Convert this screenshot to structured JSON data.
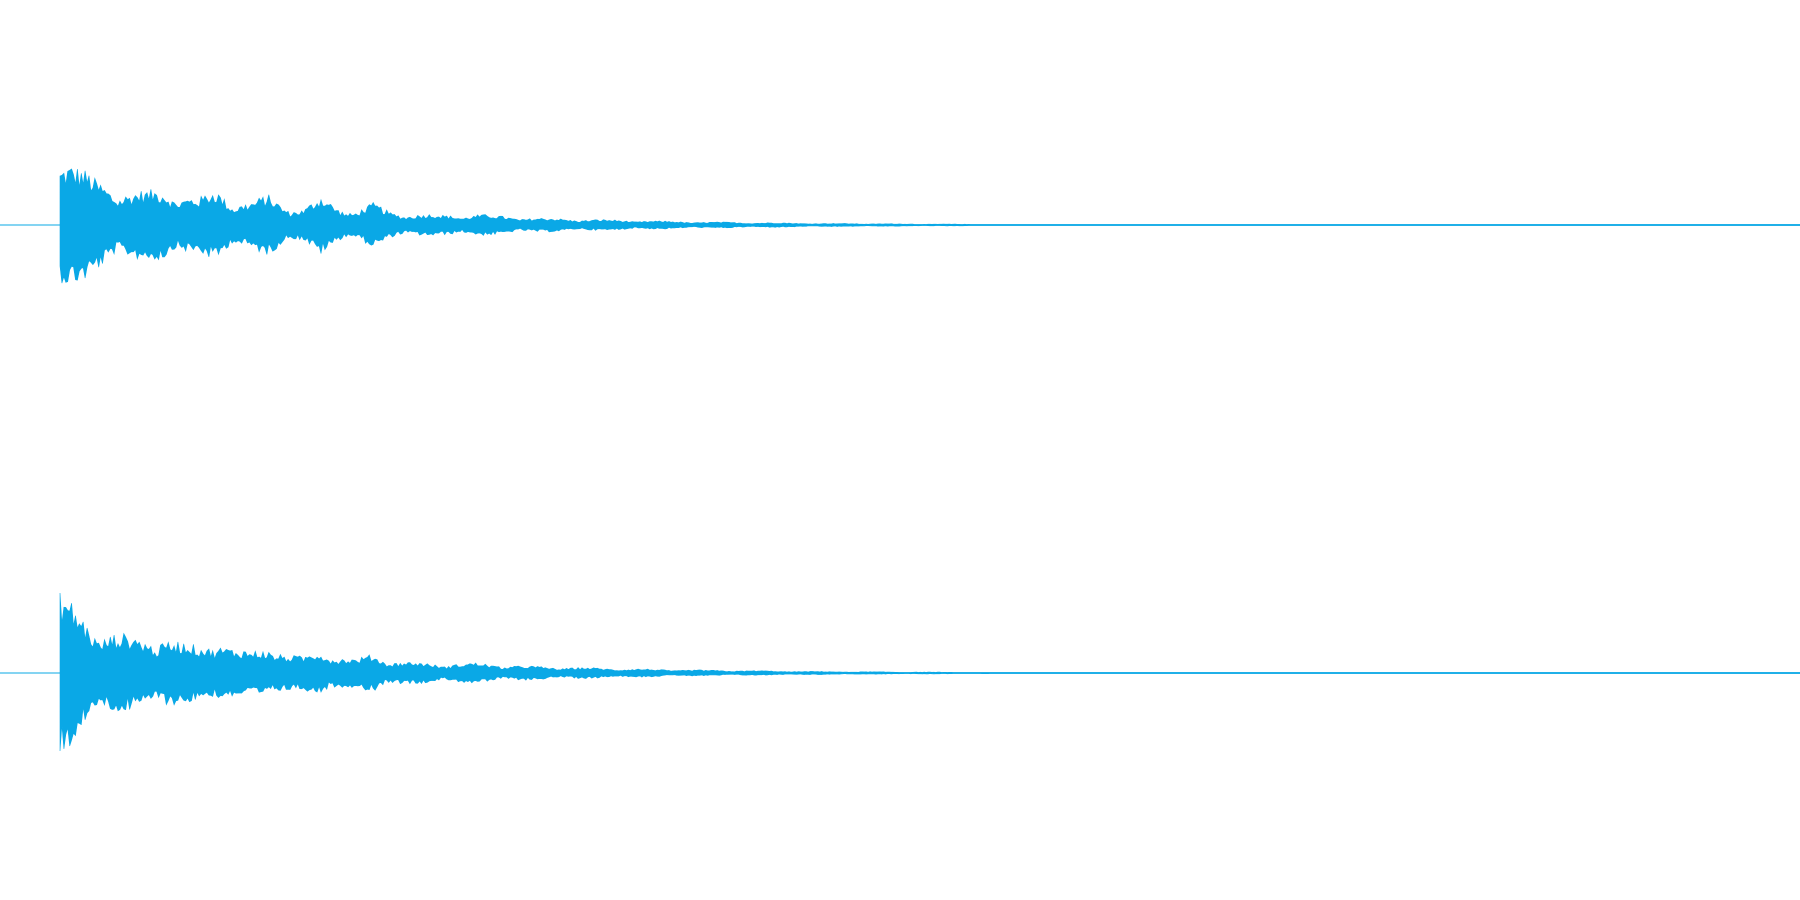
{
  "colors": {
    "waveform": "#0aa8e6",
    "background": "#ffffff"
  },
  "chart_data": {
    "type": "area",
    "title": "",
    "xlabel": "",
    "ylabel": "",
    "x_range": [
      0,
      1.0
    ],
    "y_range": [
      -1,
      1
    ],
    "grid": false,
    "legend": "none",
    "channels": [
      {
        "x": [
          0.0,
          0.01,
          0.02,
          0.03,
          0.04,
          0.05,
          0.06,
          0.07,
          0.08,
          0.09,
          0.1,
          0.11,
          0.12,
          0.13,
          0.14,
          0.15,
          0.16,
          0.17,
          0.18,
          0.19,
          0.2,
          0.22,
          0.24,
          0.26,
          0.28,
          0.3,
          0.32,
          0.34,
          0.36,
          0.38,
          0.4,
          0.42,
          0.44,
          0.46,
          0.48,
          0.5,
          0.52,
          0.54,
          0.56,
          0.58,
          0.6,
          0.62,
          0.64,
          1.0
        ],
        "amplitude": [
          1.0,
          0.72,
          0.55,
          0.48,
          0.42,
          0.4,
          0.46,
          0.38,
          0.32,
          0.44,
          0.3,
          0.28,
          0.36,
          0.24,
          0.2,
          0.34,
          0.22,
          0.18,
          0.26,
          0.16,
          0.14,
          0.12,
          0.13,
          0.1,
          0.08,
          0.07,
          0.06,
          0.05,
          0.04,
          0.035,
          0.03,
          0.025,
          0.02,
          0.018,
          0.015,
          0.012,
          0.01,
          0.008,
          0.006,
          0.005,
          0.004,
          0.003,
          0.002,
          0.0
        ]
      },
      {
        "x": [
          0.0,
          0.01,
          0.02,
          0.03,
          0.04,
          0.05,
          0.06,
          0.07,
          0.08,
          0.09,
          0.1,
          0.11,
          0.12,
          0.13,
          0.14,
          0.15,
          0.16,
          0.17,
          0.18,
          0.19,
          0.2,
          0.22,
          0.24,
          0.26,
          0.28,
          0.3,
          0.32,
          0.34,
          0.36,
          0.38,
          0.4,
          0.42,
          0.44,
          0.46,
          0.48,
          0.5,
          0.52,
          0.54,
          0.56,
          0.58,
          0.6,
          0.62,
          0.64,
          1.0
        ],
        "amplitude": [
          1.0,
          0.74,
          0.57,
          0.5,
          0.44,
          0.42,
          0.45,
          0.36,
          0.33,
          0.42,
          0.28,
          0.26,
          0.35,
          0.22,
          0.19,
          0.3,
          0.2,
          0.16,
          0.24,
          0.15,
          0.13,
          0.11,
          0.12,
          0.09,
          0.075,
          0.065,
          0.055,
          0.045,
          0.038,
          0.032,
          0.028,
          0.022,
          0.018,
          0.016,
          0.013,
          0.011,
          0.009,
          0.007,
          0.005,
          0.004,
          0.003,
          0.002,
          0.0015,
          0.0
        ]
      }
    ]
  }
}
